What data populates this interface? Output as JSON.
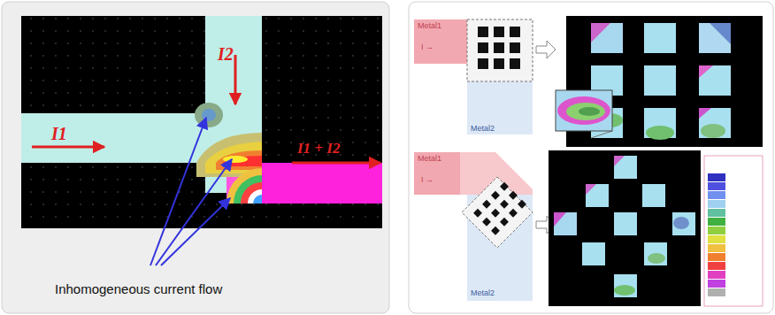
{
  "diagram": {
    "labels": [
      "I1",
      "I2",
      "I1 + I2",
      "Inhomogeneous current flow",
      "Metal1",
      "I →",
      "Metal2",
      "Metal1",
      "I →",
      "Metal2"
    ]
  }
}
